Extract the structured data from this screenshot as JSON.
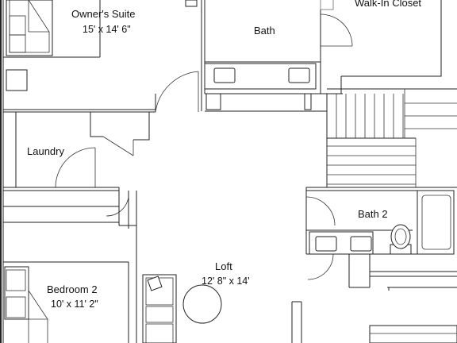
{
  "rooms": {
    "owners_suite": {
      "name": "Owner's Suite",
      "size": "15' x 14' 6\""
    },
    "bath": {
      "name": "Bath"
    },
    "walk_in_closet": {
      "name": "Walk-In Closet"
    },
    "laundry": {
      "name": "Laundry"
    },
    "bath_2": {
      "name": "Bath 2"
    },
    "loft": {
      "name": "Loft",
      "size": "12' 8\" x 14'"
    },
    "bedroom_2": {
      "name": "Bedroom 2",
      "size": "10' x 11' 2\""
    }
  },
  "colors": {
    "line": "#222222",
    "background": "#ffffff"
  }
}
